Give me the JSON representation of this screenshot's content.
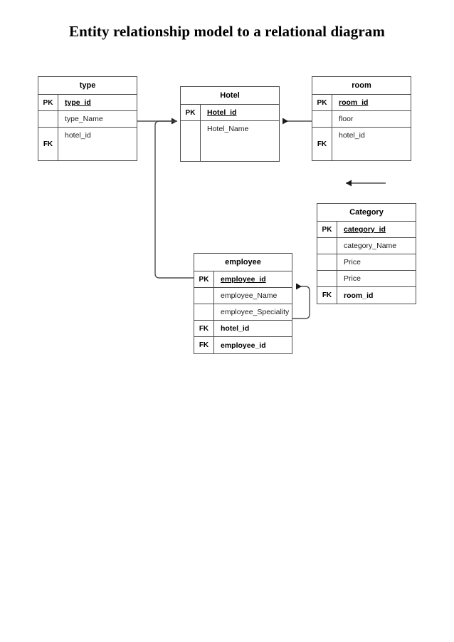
{
  "page": {
    "title": "Entity relationship model to a relational diagram",
    "background_color": "#ffffff",
    "line_color": "#4d4d4d",
    "text_color": "#000000"
  },
  "diagram": {
    "type": "relational-schema",
    "entities": [
      {
        "id": "type",
        "name": "type",
        "attributes": [
          {
            "key": "PK",
            "name": "type_id",
            "style": "pk"
          },
          {
            "key": "",
            "name": "type_Name",
            "style": "plain"
          },
          {
            "key": "FK",
            "name": "hotel_id",
            "style": "plain"
          },
          {
            "key": "",
            "name": "",
            "style": "plain"
          }
        ]
      },
      {
        "id": "hotel",
        "name": "Hotel",
        "attributes": [
          {
            "key": "PK",
            "name": "Hotel_id",
            "style": "pk"
          },
          {
            "key": "",
            "name": "Hotel_Name",
            "style": "plain"
          }
        ]
      },
      {
        "id": "room",
        "name": "room",
        "attributes": [
          {
            "key": "PK",
            "name": "room_id",
            "style": "pk"
          },
          {
            "key": "",
            "name": "floor",
            "style": "plain"
          },
          {
            "key": "FK",
            "name": "hotel_id",
            "style": "plain"
          },
          {
            "key": "",
            "name": "",
            "style": "plain"
          }
        ]
      },
      {
        "id": "category",
        "name": "Category",
        "attributes": [
          {
            "key": "PK",
            "name": "category_id",
            "style": "pk"
          },
          {
            "key": "",
            "name": "category_Name",
            "style": "plain"
          },
          {
            "key": "",
            "name": "Price",
            "style": "plain"
          },
          {
            "key": "",
            "name": "Price",
            "style": "plain"
          },
          {
            "key": "FK",
            "name": "room_id",
            "style": "fk"
          }
        ]
      },
      {
        "id": "employee",
        "name": "employee",
        "attributes": [
          {
            "key": "PK",
            "name": "employee_id",
            "style": "pk"
          },
          {
            "key": "",
            "name": "employee_Name",
            "style": "plain"
          },
          {
            "key": "",
            "name": "employee_Speciality",
            "style": "plain"
          },
          {
            "key": "FK",
            "name": "hotel_id",
            "style": "fk"
          },
          {
            "key": "FK",
            "name": "employee_id",
            "style": "fk"
          }
        ]
      }
    ],
    "relationships": [
      {
        "id": "type-to-hotel",
        "from": "type",
        "to": "hotel",
        "arrow": "to-hotel-left"
      },
      {
        "id": "employee-to-hotel",
        "from": "employee",
        "to": "hotel",
        "arrow": "to-hotel-left"
      },
      {
        "id": "room-to-hotel",
        "from": "room",
        "to": "hotel",
        "arrow": "to-hotel-right"
      },
      {
        "id": "category-to-room",
        "from": "category",
        "to": "room",
        "arrow": "to-room-bottom"
      },
      {
        "id": "employee-to-employee",
        "from": "employee",
        "to": "employee",
        "arrow": "self-loop"
      }
    ]
  }
}
